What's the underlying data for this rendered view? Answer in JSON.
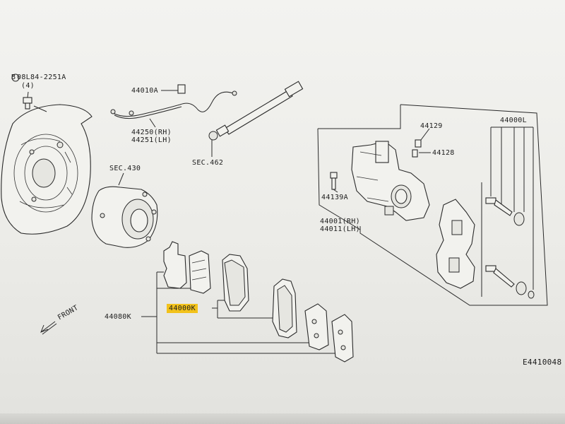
{
  "labels": {
    "bolt_ref": "08L84-2251A",
    "bolt_qty": "(4)",
    "bolt_prefix": "B",
    "sensor": "44010A",
    "hose_rh": "44250(RH)",
    "hose_lh": "44251(LH)",
    "sec_430": "SEC.430",
    "sec_462": "SEC.462",
    "p44129": "44129",
    "p44128": "44128",
    "p44139a": "44139A",
    "caliper_rh": "44001(RH)",
    "caliper_lh": "44011(LH)",
    "pin_kit": "44000L",
    "pad_kit": "44080K",
    "pad_set": "44000K",
    "front": "FRONT",
    "figure_code": "E4410048"
  },
  "colors": {
    "highlight": "#f2c21b",
    "line": "#2a2a2a"
  }
}
